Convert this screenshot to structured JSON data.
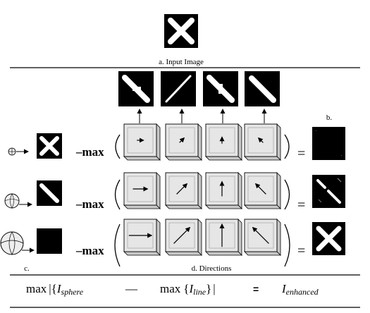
{
  "captions": {
    "input_image": "a. Input Image",
    "b": "b.",
    "c": "c.",
    "directions": "d. Directions"
  },
  "operator_label": "–max",
  "equals_sign": "=",
  "formula": {
    "max1": "max",
    "open": "|{",
    "i_sphere_letter": "I",
    "i_sphere_sub": "sphere",
    "minus": "—",
    "max2": "max",
    "open2": "{",
    "i_line_letter": "I",
    "i_line_sub": "line",
    "close2": "}",
    "close": "|",
    "equals": "=",
    "i_enh_letter": "I",
    "i_enh_sub": "enhanced"
  },
  "directions": [
    "horizontal",
    "diagonal-up-right",
    "vertical",
    "diagonal-up-left"
  ],
  "scales": [
    "small",
    "medium",
    "large"
  ],
  "colors": {
    "ink": "#000000",
    "cube_face": "#e6e6e6",
    "cube_side": "#c8c8c8",
    "bg": "#ffffff"
  }
}
